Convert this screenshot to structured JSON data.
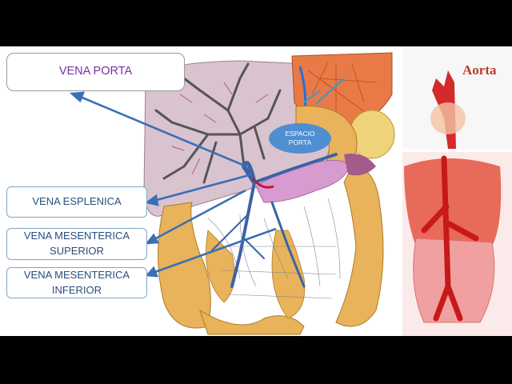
{
  "labels": {
    "vena_porta": "VENA PORTA",
    "vena_esplenica": "VENA ESPLENICA",
    "vena_mesenterica_superior_line1": "VENA MESENTERICA",
    "vena_mesenterica_superior_line2": "SUPERIOR",
    "vena_mesenterica_inferior_line1": "VENA MESENTERICA",
    "vena_mesenterica_inferior_line2": "INFERIOR",
    "espacio_line1": "ESPACIO",
    "espacio_line2": "PORTA",
    "aorta": "Aorta"
  },
  "colors": {
    "title_text": "#7a2fa6",
    "label_text": "#2a4e7c",
    "arrow": "#3b6fb6",
    "bubble": "#4f8ed1",
    "aorta_text": "#c0392b",
    "liver": "#d9c3cf",
    "intestine": "#e8b35a",
    "portal_vein": "#3a63a8",
    "pancreas": "#d79bd0"
  }
}
